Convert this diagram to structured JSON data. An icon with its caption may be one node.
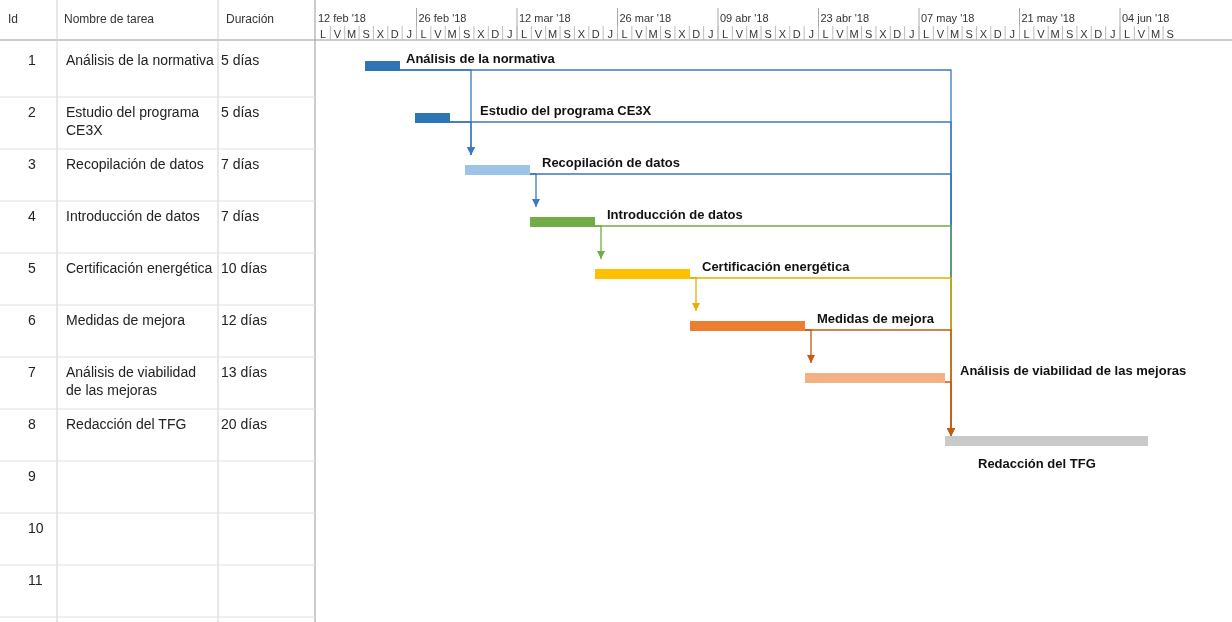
{
  "diagram": {
    "nodes": [
      {
        "text": [],
        "shape": "bar",
        "beside": [
          "Análisis de la normativa"
        ]
      },
      {
        "text": [],
        "shape": "bar",
        "beside": [
          "Estudio del programa CE3X"
        ]
      },
      {
        "text": [],
        "shape": "bar",
        "beside": [
          "Recopilación de datos"
        ]
      },
      {
        "text": [],
        "shape": "bar",
        "beside": [
          "Introducción de datos"
        ]
      },
      {
        "text": [],
        "shape": "bar",
        "beside": [
          "Certificación energética"
        ]
      },
      {
        "text": [],
        "shape": "bar",
        "beside": [
          "Medidas de mejora"
        ]
      },
      {
        "text": [],
        "shape": "bar",
        "beside": [
          "Análisis de viabilidad de las mejoras"
        ]
      },
      {
        "text": [],
        "shape": "bar",
        "beside": [
          "Redacción del TFG"
        ]
      }
    ],
    "edges": [
      {
        "from": 0,
        "to": 2,
        "arrow": "to"
      },
      {
        "from": 1,
        "to": 2,
        "arrow": "to"
      },
      {
        "from": 2,
        "to": 3,
        "arrow": "to"
      },
      {
        "from": 3,
        "to": 4,
        "arrow": "to",
        "color": "#70ad47"
      },
      {
        "from": 4,
        "to": 5,
        "arrow": "to",
        "color": "#e6b000"
      },
      {
        "from": 5,
        "to": 6,
        "arrow": "to",
        "color": "#c55a11"
      },
      {
        "from": 0,
        "to": 7,
        "arrow": "to"
      },
      {
        "from": 1,
        "to": 7,
        "arrow": "to"
      },
      {
        "from": 2,
        "to": 7,
        "arrow": "to"
      },
      {
        "from": 3,
        "to": 7,
        "arrow": "to",
        "color": "#70ad47"
      },
      {
        "from": 4,
        "to": 7,
        "arrow": "to",
        "color": "#e6b000"
      },
      {
        "from": 5,
        "to": 7,
        "arrow": "to",
        "color": "#c55a11"
      },
      {
        "from": 6,
        "to": 7,
        "arrow": "to",
        "color": "#c55a11"
      }
    ],
    "labels": [
      "Id",
      "Nombre de tarea",
      "Duración",
      "12 feb '18",
      "26 feb '18",
      "12 mar '18",
      "26 mar '18",
      "09 abr '18",
      "23 abr '18",
      "07 may '18",
      "21 may '18",
      "04 jun '18",
      "L",
      "V",
      "M",
      "S",
      "X",
      "D",
      "J",
      "L",
      "V",
      "M",
      "S",
      "X",
      "D",
      "J",
      "L",
      "V",
      "M",
      "S",
      "X",
      "D",
      "J",
      "L",
      "V",
      "M",
      "S",
      "X",
      "D",
      "J",
      "L",
      "V",
      "M",
      "S",
      "X",
      "D",
      "J",
      "L",
      "V",
      "M",
      "S",
      "X",
      "D",
      "J",
      "L",
      "V",
      "M",
      "S",
      "X",
      "D",
      "J",
      "L",
      "V",
      "M",
      "S",
      "X",
      "D",
      "J",
      "L",
      "V",
      "M",
      "S",
      "1",
      "Análisis de la normativa",
      "5 días",
      "2",
      "Estudio del programa CE3X",
      "5 días",
      "3",
      "Recopilación de datos",
      "7 días",
      "4",
      "Introducción de datos",
      "7 días",
      "5",
      "Certificación energética",
      "10 días",
      "6",
      "Medidas de mejora",
      "12 días",
      "7",
      "Análisis de viabilidad de las mejoras",
      "13 días",
      "8",
      "Redacción del TFG",
      "20 días",
      "9",
      "10",
      "11"
    ]
  }
}
